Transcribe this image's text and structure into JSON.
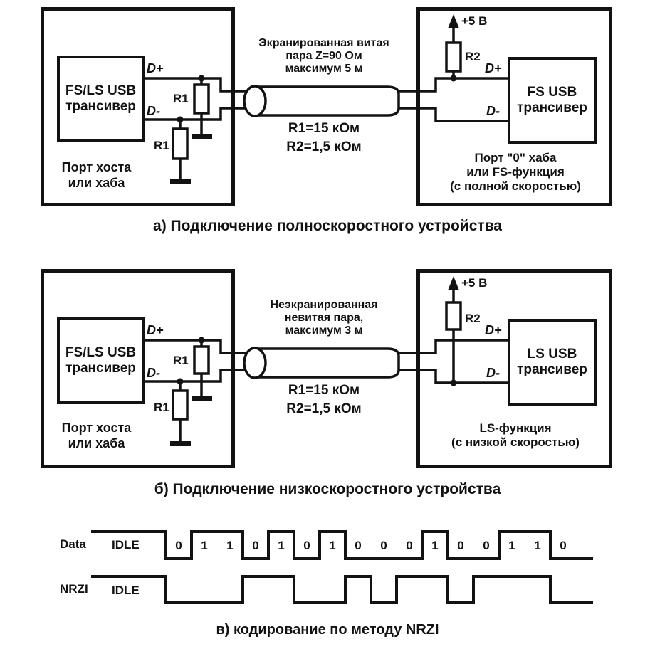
{
  "diagram_a": {
    "caption": "а) Подключение полноскоростного устройства",
    "host": {
      "transceiver_label": "FS/LS USB\nтрансивер",
      "port_label": "Порт хоста\nили хаба",
      "d_plus": "D+",
      "d_minus": "D-",
      "r1_top": "R1",
      "r1_bottom": "R1"
    },
    "cable": {
      "type_label": "Экранированная витая\nпара Z=90 Ом\nмаксимум 5 м",
      "resistor_values": "R1=15 кОм\nR2=1,5 кОм"
    },
    "device": {
      "vcc": "+5 В",
      "r2": "R2",
      "d_plus": "D+",
      "d_minus": "D-",
      "transceiver_label": "FS USB\nтрансивер",
      "port_label": "Порт \"0\" хаба\nили FS-функция\n(с полной скоростью)"
    }
  },
  "diagram_b": {
    "caption": "б) Подключение низкоскоростного устройства",
    "host": {
      "transceiver_label": "FS/LS USB\nтрансивер",
      "port_label": "Порт хоста\nили хаба",
      "d_plus": "D+",
      "d_minus": "D-",
      "r1_top": "R1",
      "r1_bottom": "R1"
    },
    "cable": {
      "type_label": "Неэкранированная\nневитая пара,\nмаксимум 3 м",
      "resistor_values": "R1=15 кОм\nR2=1,5 кОм"
    },
    "device": {
      "vcc": "+5 В",
      "r2": "R2",
      "d_plus": "D+",
      "d_minus": "D-",
      "transceiver_label": "LS USB\nтрансивер",
      "port_label": "LS-функция\n(с низкой скоростью)"
    }
  },
  "nrzi_chart": {
    "data_label": "Data",
    "nrzi_label": "NRZI",
    "idle_label": "IDLE",
    "bits": [
      0,
      1,
      1,
      0,
      1,
      0,
      1,
      0,
      0,
      0,
      1,
      0,
      0,
      1,
      1,
      0
    ],
    "nrzi_levels": [
      0,
      0,
      0,
      1,
      1,
      0,
      0,
      1,
      0,
      1,
      1,
      0,
      1,
      1,
      1,
      0
    ],
    "caption": "в) кодирование по методу NRZI"
  },
  "colors": {
    "ink": "#121212",
    "background": "#ffffff"
  }
}
